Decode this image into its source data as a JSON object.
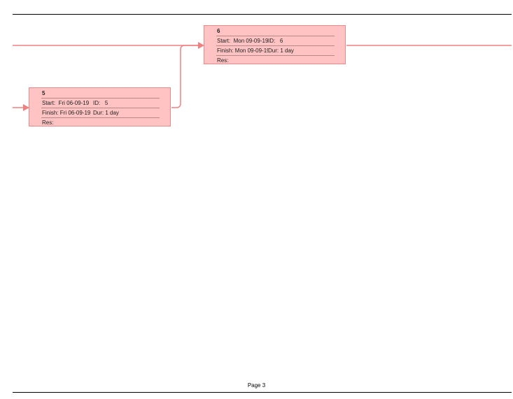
{
  "nodes": [
    {
      "id": "6",
      "start_label": "Start:",
      "start": "Mon 09-09-19",
      "id_label": "ID:",
      "id_value": "6",
      "finish_label": "Finish:",
      "finish": "Mon 09-09-19",
      "dur_label": "Dur:",
      "dur": "1 day",
      "res_label": "Res:"
    },
    {
      "id": "5",
      "start_label": "Start:",
      "start": "Fri 06-09-19",
      "id_label": "ID:",
      "id_value": "5",
      "finish_label": "Finish:",
      "finish": "Fri 06-09-19",
      "dur_label": "Dur:",
      "dur": "1 day",
      "res_label": "Res:"
    }
  ],
  "footer": {
    "page": "Page 3"
  },
  "colors": {
    "link": "#f08080",
    "node_fill": "#ffc3c3"
  }
}
